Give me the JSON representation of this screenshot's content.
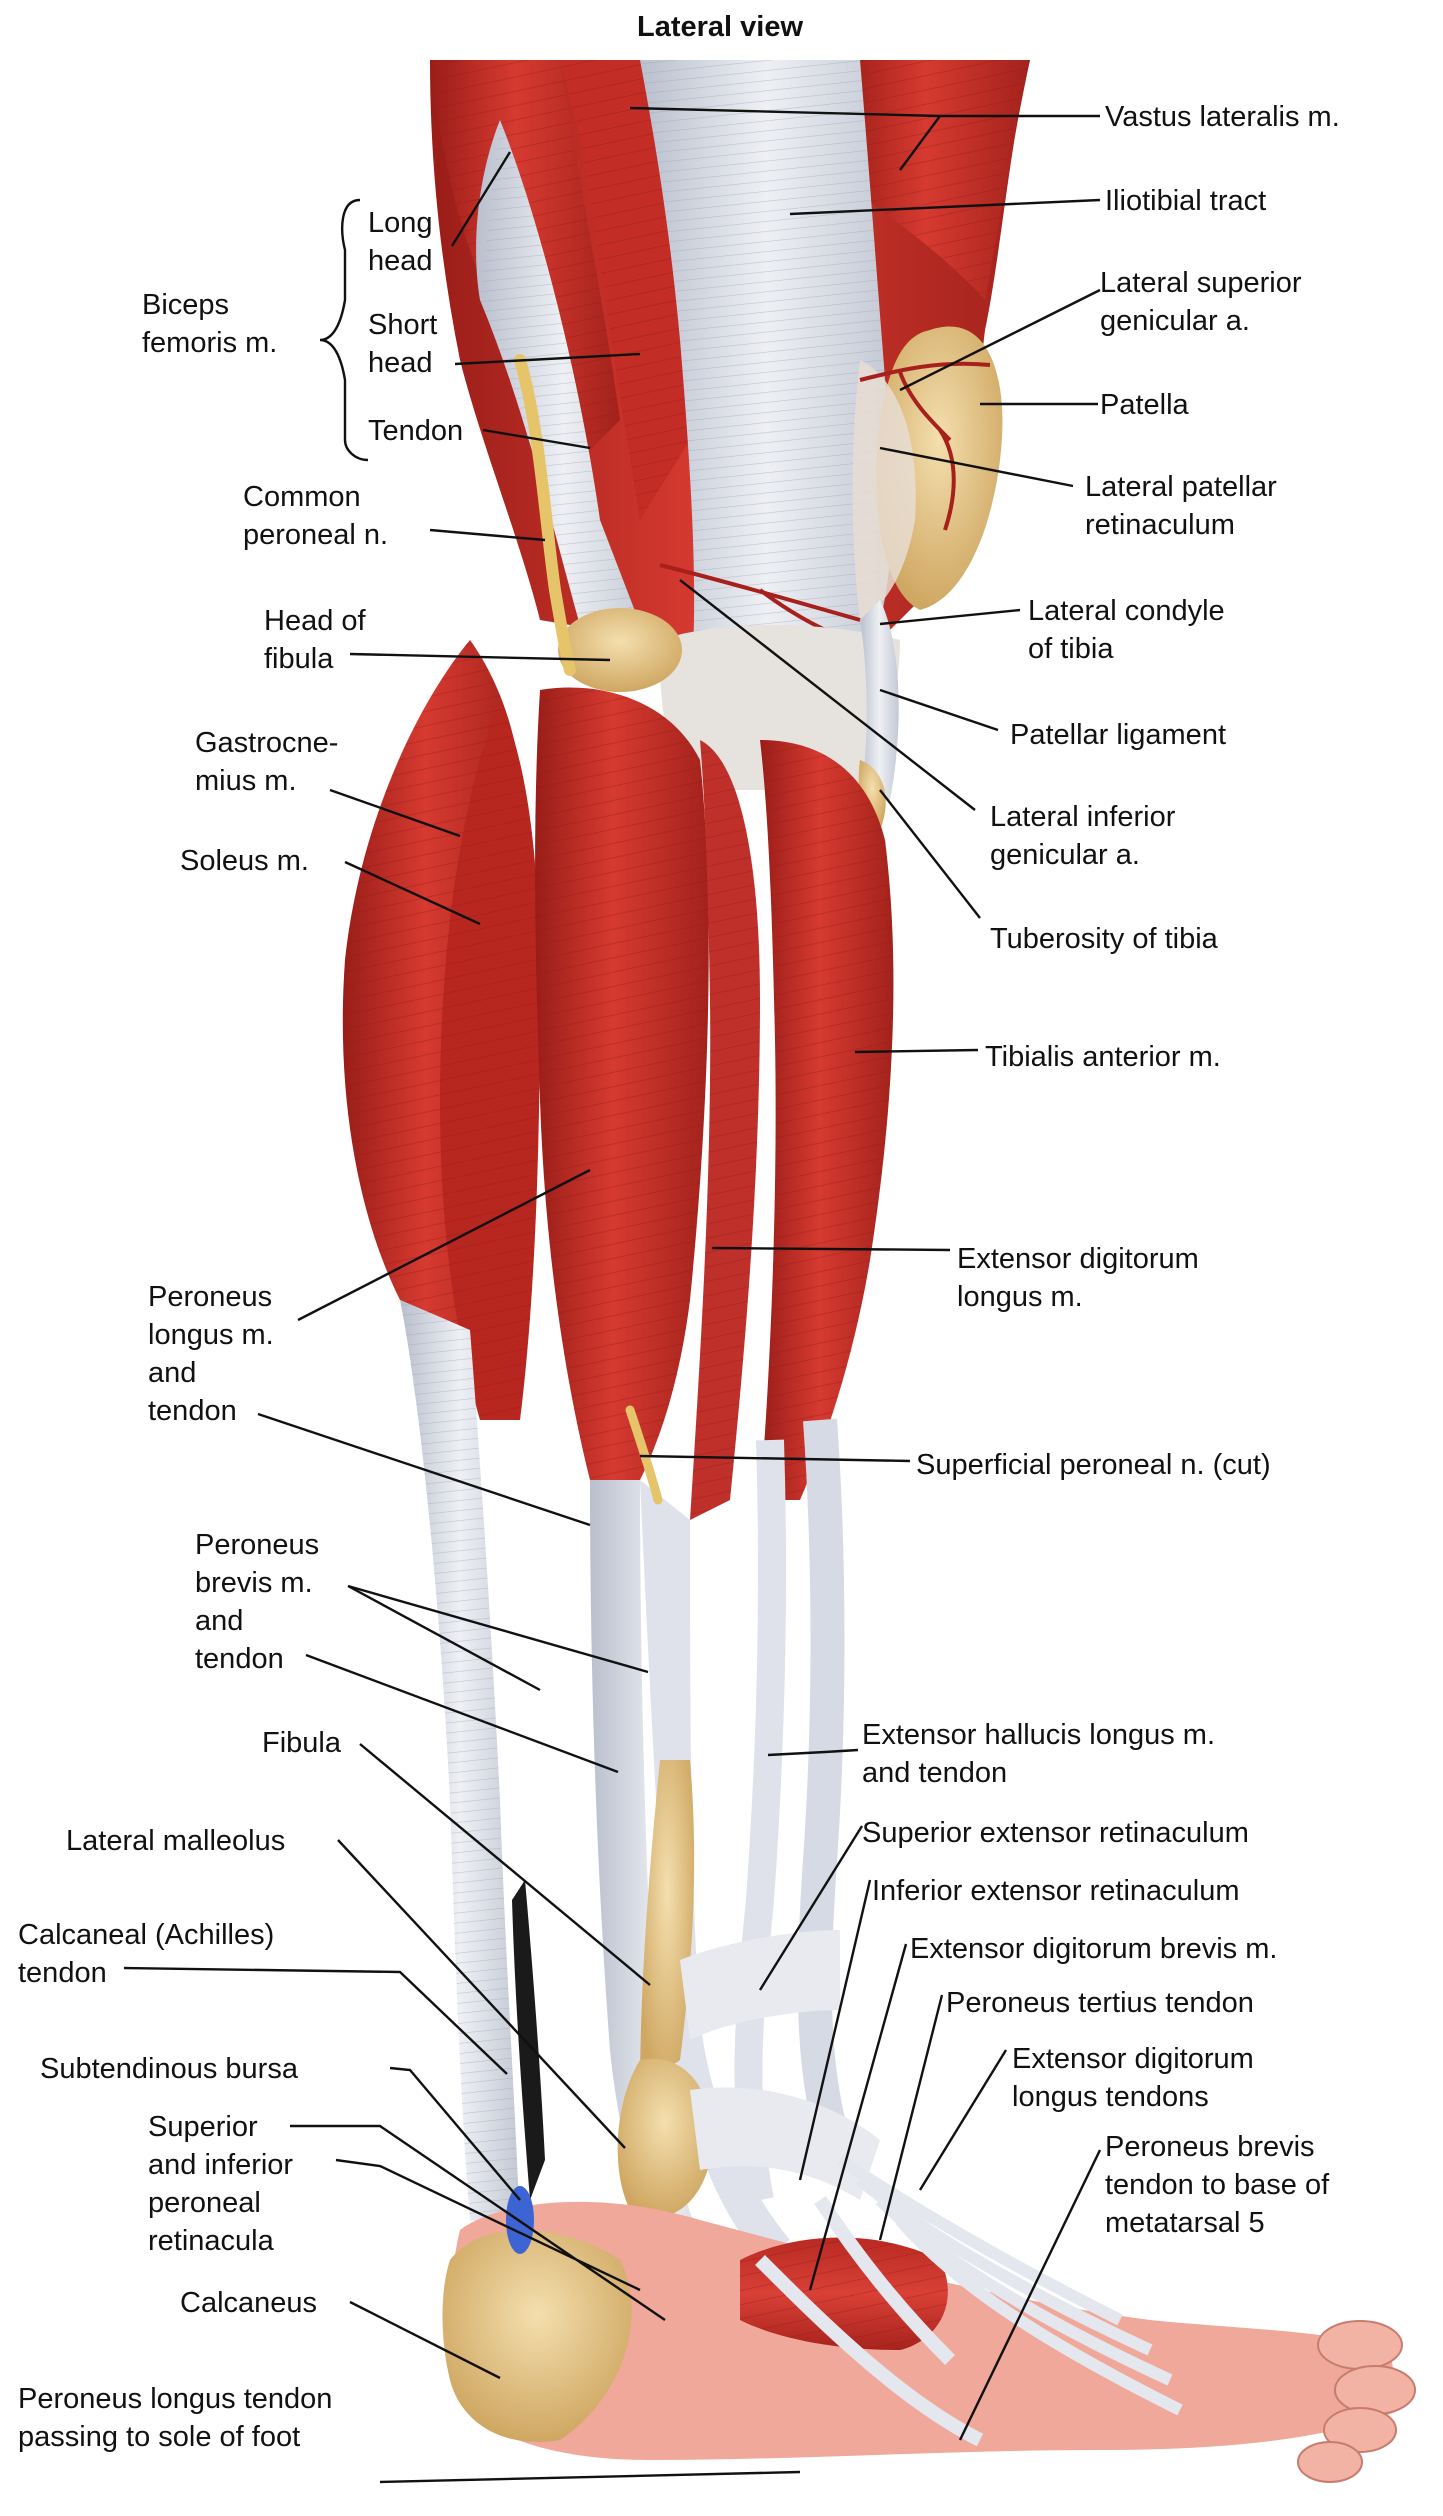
{
  "title": "Lateral view",
  "colors": {
    "muscle": "#c9322a",
    "muscle_dark": "#8f1a16",
    "muscle_light": "#e0564a",
    "tendon": "#dfe2ea",
    "tendon_shade": "#b6bccb",
    "bone": "#e8c98c",
    "bone_shade": "#c9a260",
    "nerve": "#e6c46a",
    "vessel": "#a8201c",
    "skin": "#f0a89a",
    "bursa": "#3c64d2",
    "shadow": "#1a1a1a",
    "label": "#111111"
  },
  "labels": {
    "vastus_lateralis": "Vastus lateralis m.",
    "iliotibial_tract": "Iliotibial tract",
    "lat_sup_genicular_1": "Lateral superior",
    "lat_sup_genicular_2": "genicular a.",
    "patella": "Patella",
    "lat_patellar_ret_1": "Lateral patellar",
    "lat_patellar_ret_2": "retinaculum",
    "lat_condyle_1": "Lateral condyle",
    "lat_condyle_2": "of tibia",
    "patellar_ligament": "Patellar ligament",
    "lat_inf_genicular_1": "Lateral inferior",
    "lat_inf_genicular_2": "genicular a.",
    "tuberosity": "Tuberosity of tibia",
    "tibialis_anterior": "Tibialis anterior m.",
    "ext_dig_longus_1": "Extensor digitorum",
    "ext_dig_longus_2": "longus m.",
    "superficial_peroneal": "Superficial peroneal n. (cut)",
    "ext_hal_longus_1": "Extensor hallucis longus m.",
    "ext_hal_longus_2": "and tendon",
    "sup_ext_retinaculum": "Superior extensor retinaculum",
    "inf_ext_retinaculum": "Inferior extensor retinaculum",
    "ext_dig_brevis": "Extensor digitorum brevis m.",
    "peroneus_tertius": "Peroneus tertius tendon",
    "ext_dig_tendons_1": "Extensor digitorum",
    "ext_dig_tendons_2": "longus tendons",
    "per_brevis_meta_1": "Peroneus brevis",
    "per_brevis_meta_2": "tendon to base of",
    "per_brevis_meta_3": "metatarsal 5",
    "long_head_1": "Long",
    "long_head_2": "head",
    "biceps_1": "Biceps",
    "biceps_2": "femoris m.",
    "short_head_1": "Short",
    "short_head_2": "head",
    "tendon": "Tendon",
    "common_peroneal_1": "Common",
    "common_peroneal_2": "peroneal n.",
    "head_fibula_1": "Head of",
    "head_fibula_2": "fibula",
    "gastrocnemius_1": "Gastrocne-",
    "gastrocnemius_2": "mius m.",
    "soleus": "Soleus m.",
    "per_longus_1": "Peroneus",
    "per_longus_2": "longus m.",
    "per_longus_3": "and",
    "per_longus_4": "tendon",
    "per_brevis_1": "Peroneus",
    "per_brevis_2": "brevis m.",
    "per_brevis_3": "and",
    "per_brevis_4": "tendon",
    "fibula": "Fibula",
    "lat_malleolus": "Lateral malleolus",
    "calcaneal_1": "Calcaneal (Achilles)",
    "calcaneal_2": "tendon",
    "subtendinous": "Subtendinous bursa",
    "sup_inf_peroneal_1": "Superior",
    "sup_inf_peroneal_2": "and inferior",
    "sup_inf_peroneal_3": "peroneal",
    "sup_inf_peroneal_4": "retinacula",
    "calcaneus": "Calcaneus",
    "per_longus_sole_1": "Peroneus longus tendon",
    "per_longus_sole_2": "passing to sole of foot"
  }
}
